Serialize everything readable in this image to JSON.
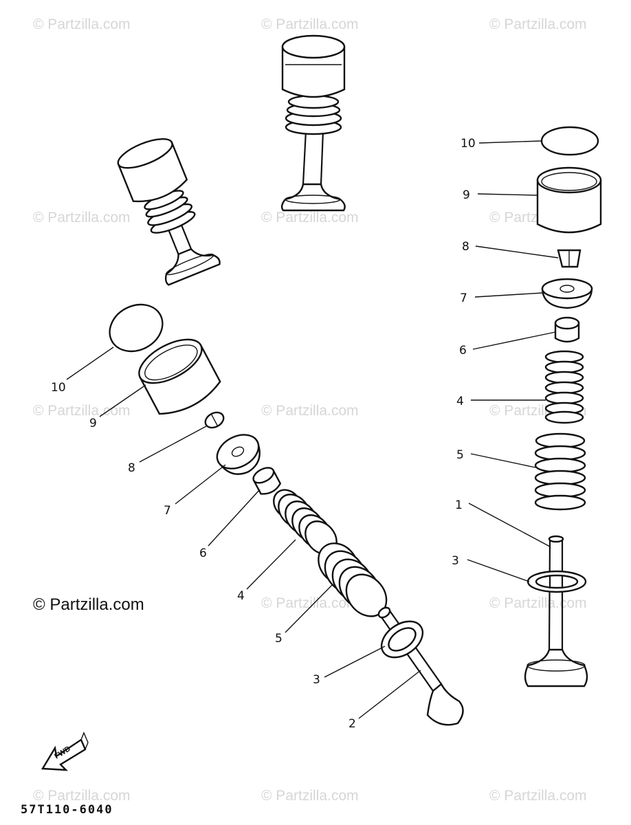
{
  "watermarks": {
    "text": "© Partzilla.com",
    "main_text": "© Partzilla.com"
  },
  "callouts": {
    "c1": "1",
    "c2": "2",
    "c3": "3",
    "c4": "4",
    "c5": "5",
    "c6": "6",
    "c7": "7",
    "c8": "8",
    "c9": "9",
    "c10": "10"
  },
  "fwd_label": "FWD",
  "part_number": "57T110-6040",
  "icons": {
    "fwd_arrow": "fwd-arrow-icon"
  }
}
